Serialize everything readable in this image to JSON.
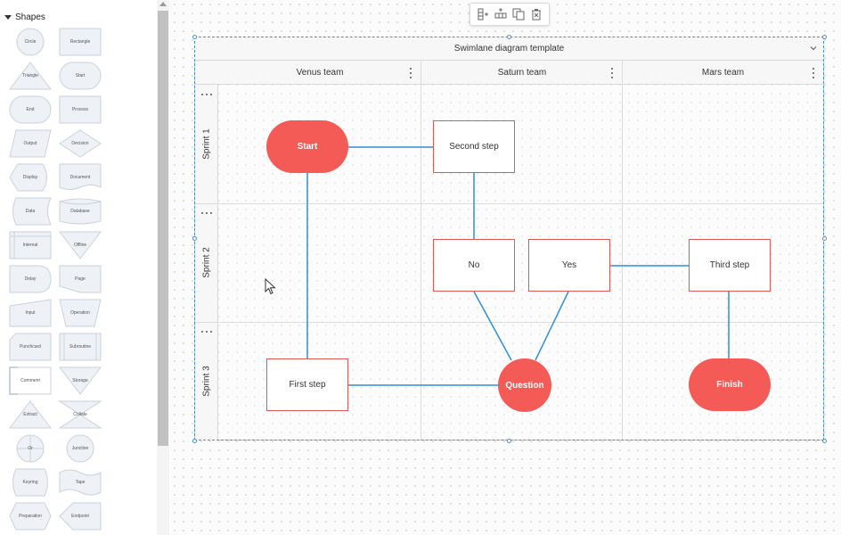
{
  "sidebar": {
    "title": "Shapes",
    "shapes": [
      {
        "label": "Circle",
        "shape": "circle"
      },
      {
        "label": "Rectangle",
        "shape": "rect"
      },
      {
        "label": "Triangle",
        "shape": "triangle"
      },
      {
        "label": "Start",
        "shape": "pill"
      },
      {
        "label": "End",
        "shape": "pill"
      },
      {
        "label": "Process",
        "shape": "rect"
      },
      {
        "label": "Output",
        "shape": "parallelogram"
      },
      {
        "label": "Decision",
        "shape": "diamond"
      },
      {
        "label": "Display",
        "shape": "display"
      },
      {
        "label": "Document",
        "shape": "document"
      },
      {
        "label": "Data",
        "shape": "data"
      },
      {
        "label": "Database",
        "shape": "database"
      },
      {
        "label": "Internal",
        "shape": "internal"
      },
      {
        "label": "Offline",
        "shape": "invtriangle"
      },
      {
        "label": "Delay",
        "shape": "delay"
      },
      {
        "label": "Page",
        "shape": "page"
      },
      {
        "label": "Input",
        "shape": "input"
      },
      {
        "label": "Operation",
        "shape": "trapezoid"
      },
      {
        "label": "Punchcard",
        "shape": "punchcard"
      },
      {
        "label": "Subroutine",
        "shape": "subroutine"
      },
      {
        "label": "Comment",
        "shape": "comment"
      },
      {
        "label": "Storage",
        "shape": "invtriangle"
      },
      {
        "label": "Extract",
        "shape": "triangle"
      },
      {
        "label": "Collate",
        "shape": "collate"
      },
      {
        "label": "Or",
        "shape": "or"
      },
      {
        "label": "Junction",
        "shape": "circle"
      },
      {
        "label": "Keyring",
        "shape": "keyring"
      },
      {
        "label": "Tape",
        "shape": "tape"
      },
      {
        "label": "Preparation",
        "shape": "hexagon"
      },
      {
        "label": "Endpoint",
        "shape": "endpoint"
      }
    ]
  },
  "toolbar": {
    "buttons": [
      {
        "name": "add-column-button",
        "icon": "add-column-icon"
      },
      {
        "name": "add-row-button",
        "icon": "add-row-icon"
      },
      {
        "name": "duplicate-button",
        "icon": "copy-icon"
      },
      {
        "name": "delete-button",
        "icon": "trash-icon"
      }
    ]
  },
  "swimlane": {
    "title": "Swimlane diagram template",
    "columns": [
      "Venus team",
      "Saturn team",
      "Mars team"
    ],
    "rows": [
      "Sprint 1",
      "Sprint 2",
      "Sprint 3"
    ]
  },
  "nodes": {
    "start": "Start",
    "second_step": "Second step",
    "no": "No",
    "yes": "Yes",
    "third_step": "Third step",
    "first_step": "First step",
    "question": "Question",
    "finish": "Finish"
  },
  "colors": {
    "node_fill": "#f45b57",
    "node_border": "#e05a55",
    "connector": "#2f8fd8",
    "selection": "#4a8fd6"
  }
}
